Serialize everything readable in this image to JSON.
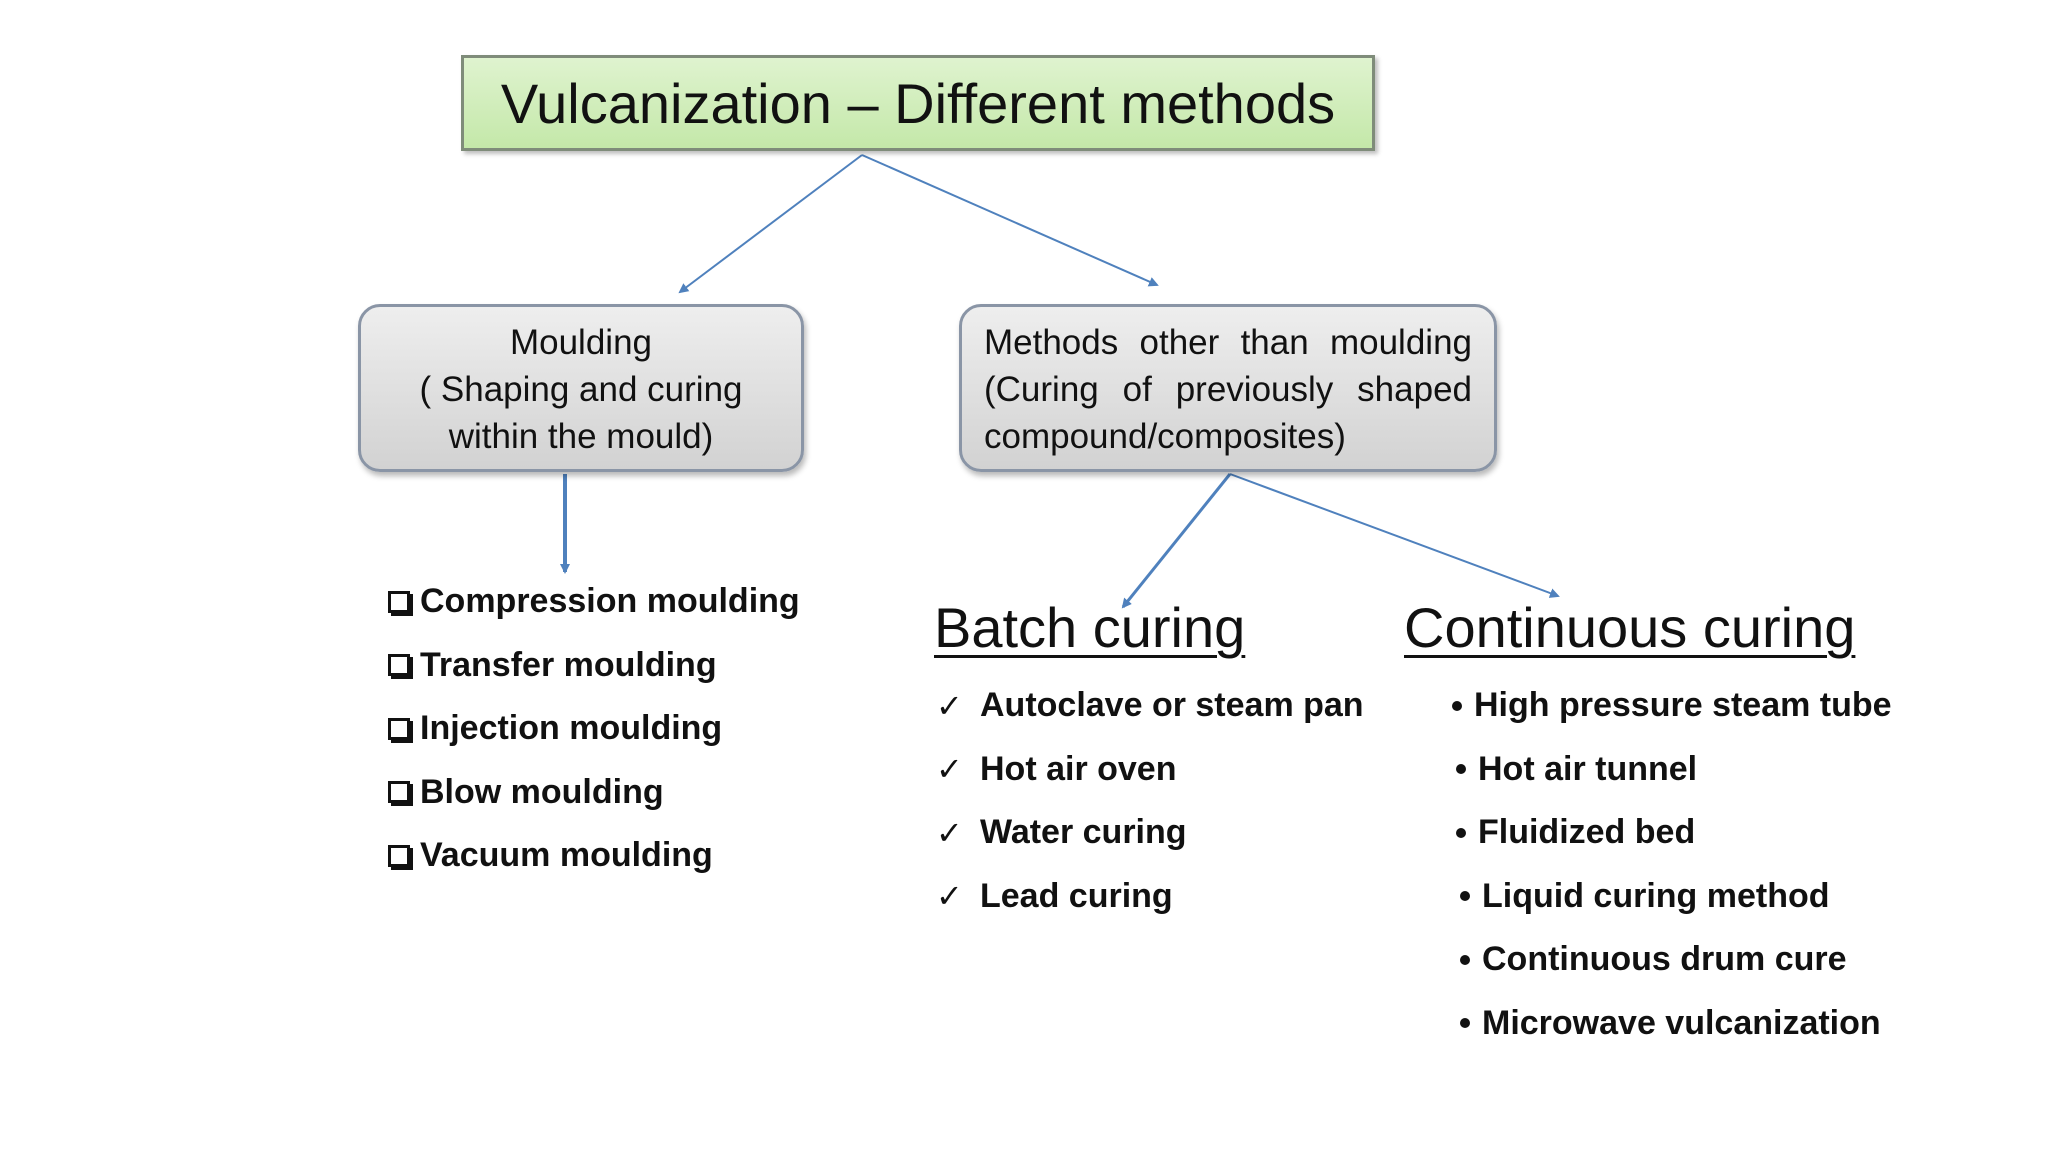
{
  "title": "Vulcanization – Different methods",
  "moulding_box": {
    "lines": [
      "Moulding",
      "( Shaping and curing",
      "within the mould)"
    ]
  },
  "other_box": {
    "lines": [
      "Methods other than moulding",
      "(Curing of previously shaped",
      "compound/composites)"
    ]
  },
  "moulding_methods": [
    "Compression moulding",
    "Transfer moulding",
    "Injection moulding",
    "Blow moulding",
    "Vacuum moulding"
  ],
  "batch": {
    "heading": "Batch curing",
    "items": [
      "Autoclave or steam pan",
      "Hot air oven",
      "Water curing",
      "Lead curing"
    ]
  },
  "continuous": {
    "heading": "Continuous curing",
    "items": [
      "High pressure steam tube",
      "Hot air tunnel",
      "Fluidized bed",
      "Liquid curing method",
      "Continuous drum cure",
      "Microwave vulcanization"
    ]
  },
  "colors": {
    "arrow": "#4f81bd",
    "title_fill": "#c4e8a9",
    "node_fill": "#d9d9d9"
  },
  "icons": {
    "moulding_marker": "checkbox-icon",
    "batch_marker": "checkmark-icon",
    "continuous_marker": "bullet-icon"
  }
}
